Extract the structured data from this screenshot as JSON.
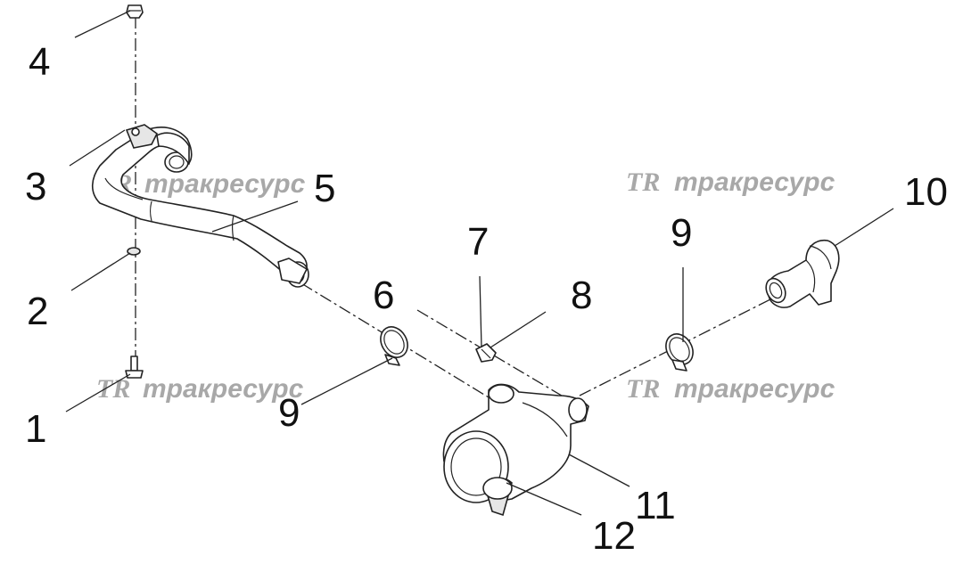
{
  "diagram": {
    "callouts": [
      "1",
      "2",
      "3",
      "4",
      "5",
      "6",
      "7",
      "8",
      "9",
      "9",
      "10",
      "11",
      "12"
    ],
    "watermark_logo": "TR",
    "watermark_text": "тракресурс"
  }
}
